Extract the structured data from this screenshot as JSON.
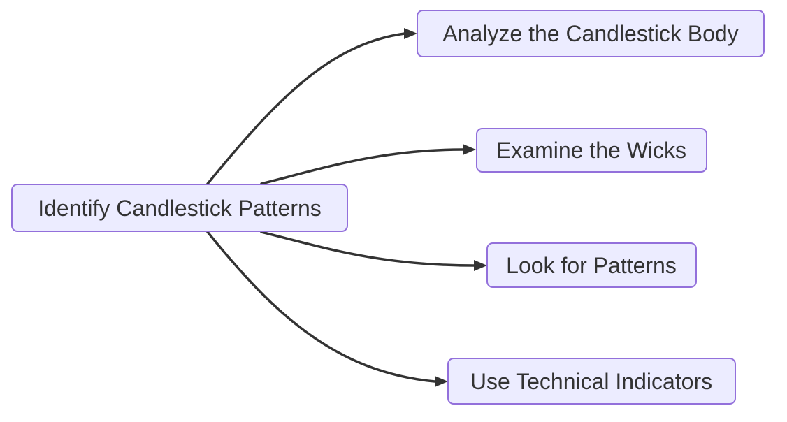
{
  "diagram": {
    "type": "flowchart",
    "direction": "LR",
    "nodes": [
      {
        "id": "root",
        "label": "Identify Candlestick Patterns"
      },
      {
        "id": "n1",
        "label": "Analyze the Candlestick Body"
      },
      {
        "id": "n2",
        "label": "Examine the Wicks"
      },
      {
        "id": "n3",
        "label": "Look for Patterns"
      },
      {
        "id": "n4",
        "label": "Use Technical Indicators"
      }
    ],
    "edges": [
      {
        "from": "Identify Candlestick Patterns",
        "to": "Analyze the Candlestick Body"
      },
      {
        "from": "Identify Candlestick Patterns",
        "to": "Examine the Wicks"
      },
      {
        "from": "Identify Candlestick Patterns",
        "to": "Look for Patterns"
      },
      {
        "from": "Identify Candlestick Patterns",
        "to": "Use Technical Indicators"
      }
    ],
    "colors": {
      "node_fill": "#ECECFF",
      "node_border": "#9370DB",
      "text": "#333333",
      "edge": "#333333",
      "background": "#FFFFFF"
    }
  }
}
